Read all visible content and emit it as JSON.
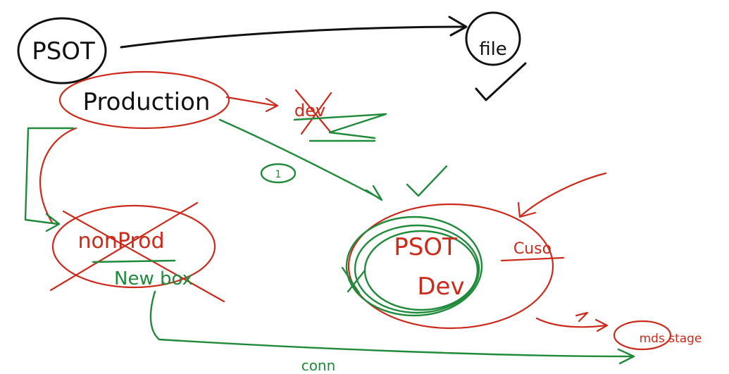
{
  "labels": {
    "psot_top": "PSOT",
    "file": "file",
    "production": "Production",
    "dev_crossed": "dev",
    "marker_number": "1",
    "nonprod": "nonProd",
    "new_box": "New box",
    "psot_dev_line1": "PSOT",
    "psot_dev_line2": "Dev",
    "cuso": "Cuso",
    "mds_stage": "mds stage",
    "conn": "conn"
  },
  "colors": {
    "black": "#111111",
    "red": "#cc2a1a",
    "green": "#1f8a3a",
    "background": "#ffffff"
  }
}
